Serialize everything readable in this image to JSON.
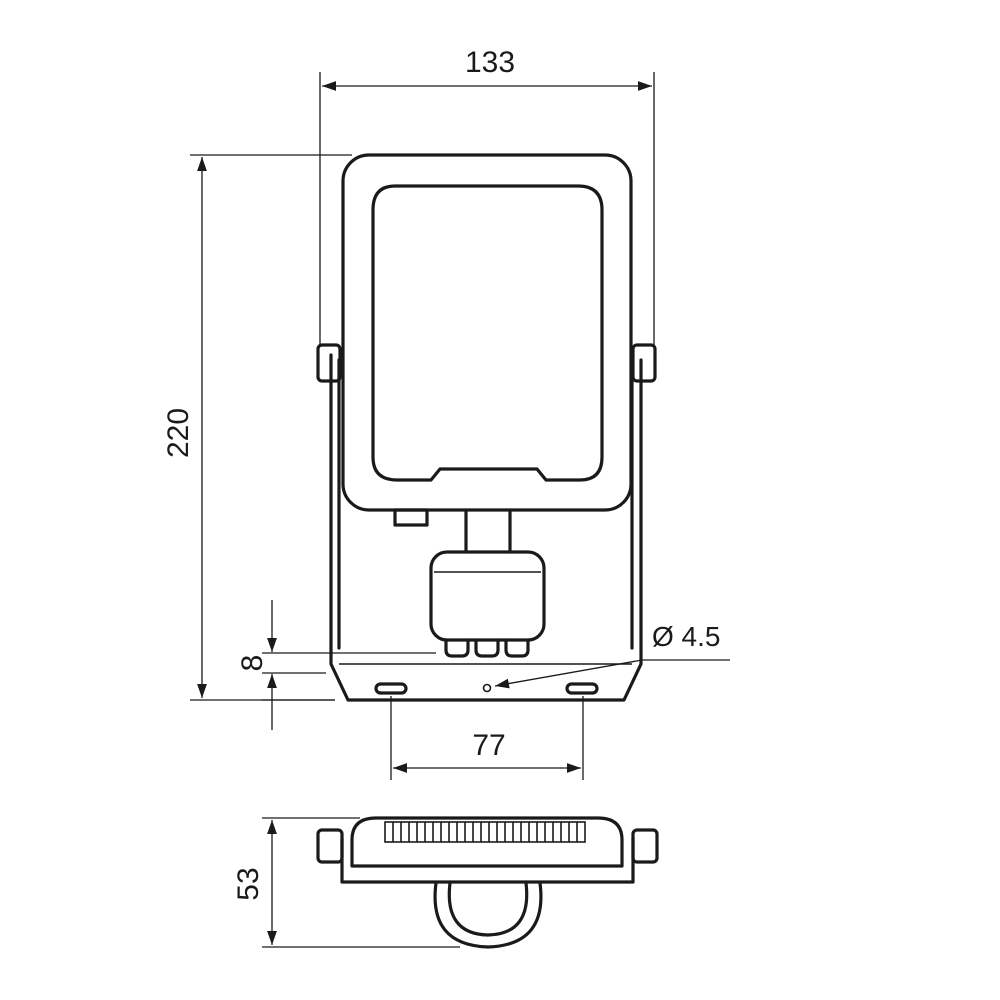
{
  "dimensions": {
    "width": "133",
    "height": "220",
    "bracket_offset": "8",
    "hole_diameter": "Ø 4.5",
    "hole_spacing": "77",
    "depth": "53"
  },
  "colors": {
    "line": "#1a1a1a",
    "background": "#ffffff"
  }
}
